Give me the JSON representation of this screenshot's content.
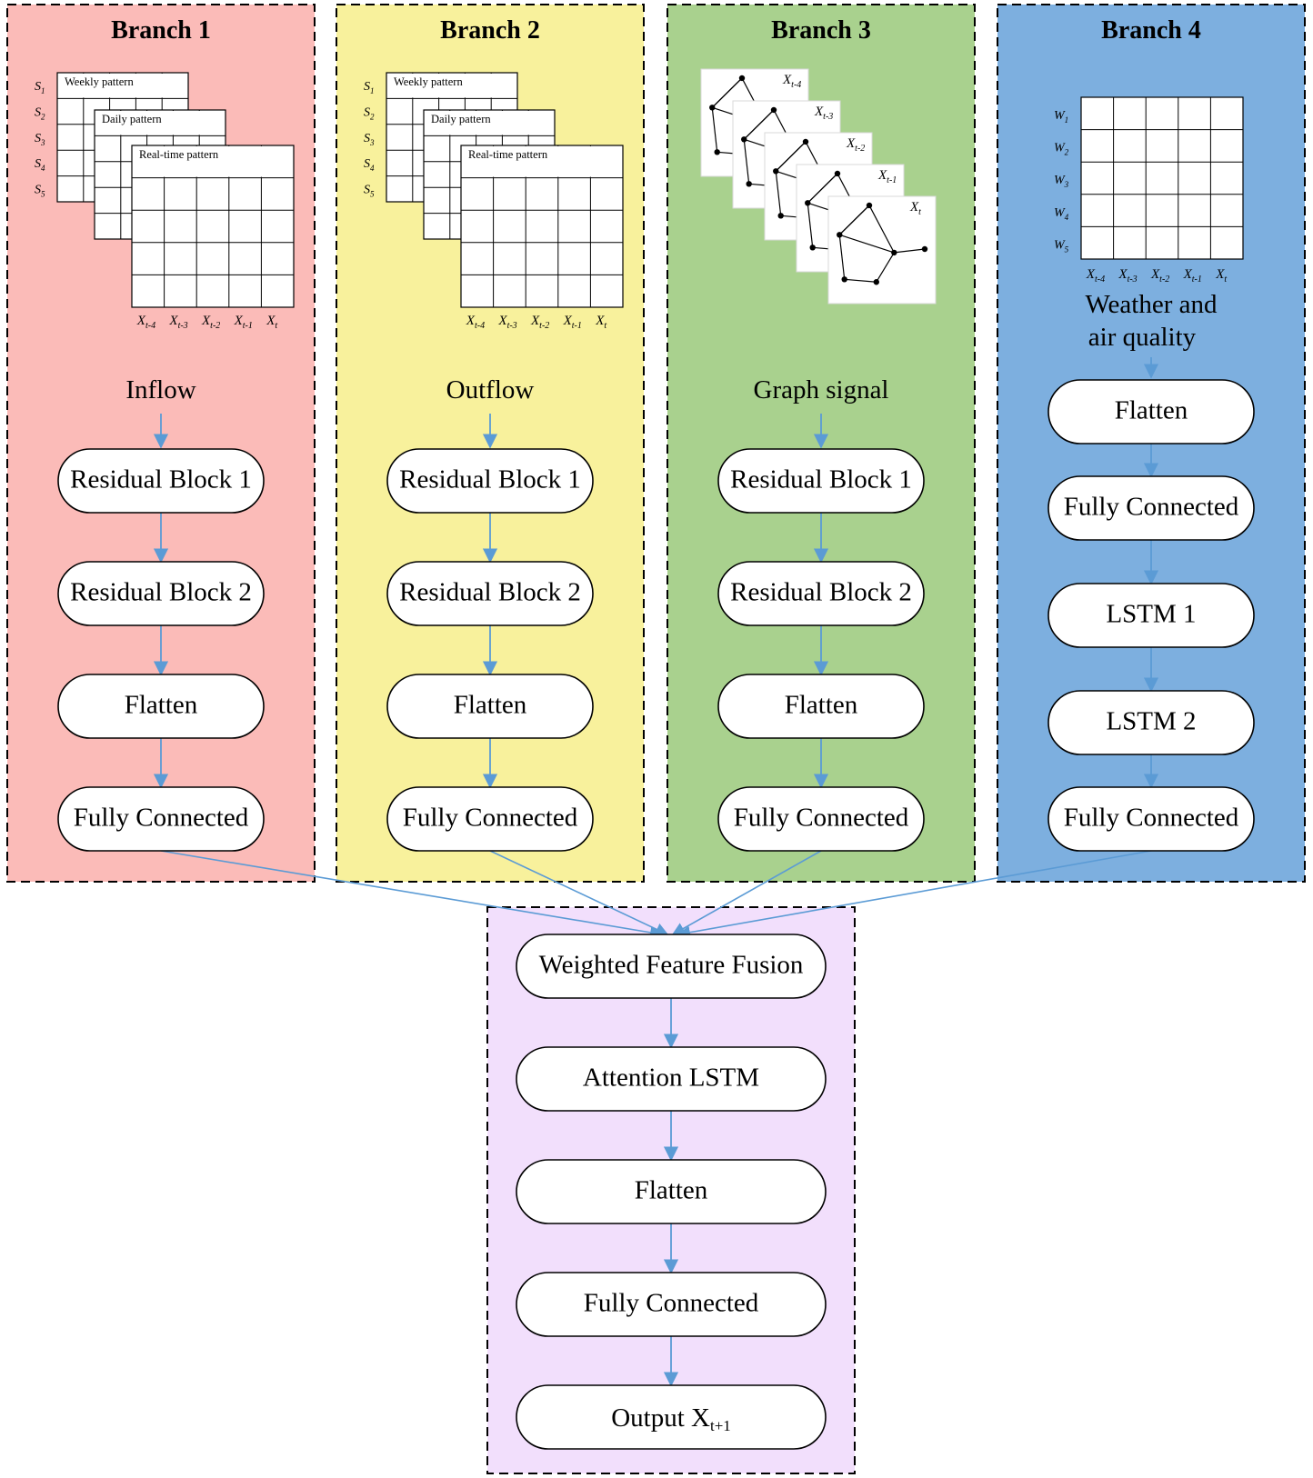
{
  "colors": {
    "branch1_bg": "#fbbbb8",
    "branch2_bg": "#f8f19c",
    "branch3_bg": "#a9d18e",
    "branch4_bg": "#7dafdf",
    "fusion_bg": "#f2dffc",
    "arrow": "#5b9bd5",
    "node_fill": "#ffffff",
    "border": "#000000"
  },
  "branches": [
    {
      "title": "Branch 1",
      "input_label": "Inflow",
      "input_kind": "grid",
      "row_labels": [
        "S1",
        "S2",
        "S3",
        "S4",
        "S5"
      ],
      "patterns": [
        "Weekly pattern",
        "Daily pattern",
        "Real-time pattern"
      ],
      "col_labels": [
        "Xt-4",
        "Xt-3",
        "Xt-2",
        "Xt-1",
        "Xt"
      ],
      "nodes": [
        "Residual Block 1",
        "Residual Block 2",
        "Flatten",
        "Fully Connected"
      ]
    },
    {
      "title": "Branch 2",
      "input_label": "Outflow",
      "input_kind": "grid",
      "row_labels": [
        "S1",
        "S2",
        "S3",
        "S4",
        "S5"
      ],
      "patterns": [
        "Weekly pattern",
        "Daily pattern",
        "Real-time pattern"
      ],
      "col_labels": [
        "Xt-4",
        "Xt-3",
        "Xt-2",
        "Xt-1",
        "Xt"
      ],
      "nodes": [
        "Residual Block 1",
        "Residual Block 2",
        "Flatten",
        "Fully Connected"
      ]
    },
    {
      "title": "Branch 3",
      "input_label": "Graph signal",
      "input_kind": "graph",
      "graph_labels": [
        "Xt-4",
        "Xt-3",
        "Xt-2",
        "Xt-1",
        "Xt"
      ],
      "nodes": [
        "Residual Block 1",
        "Residual Block 2",
        "Flatten",
        "Fully Connected"
      ]
    },
    {
      "title": "Branch 4",
      "input_label": "Weather and air quality",
      "input_kind": "weather",
      "row_labels": [
        "W1",
        "W2",
        "W3",
        "W4",
        "W5"
      ],
      "col_labels": [
        "Xt-4",
        "Xt-3",
        "Xt-2",
        "Xt-1",
        "Xt"
      ],
      "nodes": [
        "Flatten",
        "Fully Connected",
        "LSTM 1",
        "LSTM 2",
        "Fully Connected"
      ]
    }
  ],
  "fusion": {
    "nodes": [
      "Weighted Feature Fusion",
      "Attention LSTM",
      "Flatten",
      "Fully Connected",
      "Output Xt+1"
    ]
  }
}
